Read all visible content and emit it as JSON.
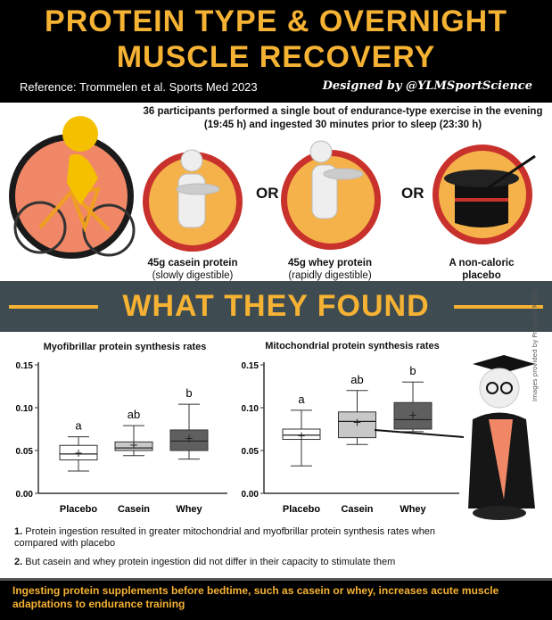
{
  "header": {
    "title_line1": "PROTEIN TYPE & OVERNIGHT",
    "title_line2": "MUSCLE RECOVERY",
    "reference": "Reference: Trommelen et al. Sports Med 2023",
    "designed_by": "Designed by @YLMSportScience"
  },
  "intro": {
    "text": "36 participants performed a single bout of endurance-type exercise in the evening (19:45 h) and ingested 30 minutes prior to sleep (23:30 h)",
    "or": "OR"
  },
  "conditions": [
    {
      "title": "45g casein protein",
      "sub": "(slowly digestible)"
    },
    {
      "title": "45g whey protein",
      "sub": "(rapidly digestible)"
    },
    {
      "title": "A non-caloric",
      "sub": "placebo"
    }
  ],
  "band": {
    "title": "WHAT THEY FOUND"
  },
  "chart_data": [
    {
      "type": "box",
      "title": "Myofibrillar protein synthesis rates",
      "categories": [
        "Placebo",
        "Casein",
        "Whey"
      ],
      "ylim": [
        0,
        0.15
      ],
      "yticks": [
        "0.00",
        "0.05",
        "0.10",
        "0.15"
      ],
      "series": [
        {
          "name": "Placebo",
          "min": 0.026,
          "q1": 0.039,
          "median": 0.046,
          "q3": 0.056,
          "max": 0.066,
          "mean": 0.047,
          "letter": "a",
          "color": "#ffffff"
        },
        {
          "name": "Casein",
          "min": 0.044,
          "q1": 0.05,
          "median": 0.053,
          "q3": 0.06,
          "max": 0.079,
          "mean": 0.056,
          "letter": "ab",
          "color": "#c8c8c8"
        },
        {
          "name": "Whey",
          "min": 0.04,
          "q1": 0.05,
          "median": 0.061,
          "q3": 0.074,
          "max": 0.104,
          "mean": 0.064,
          "letter": "b",
          "color": "#5f5f5f"
        }
      ]
    },
    {
      "type": "box",
      "title": "Mitochondrial protein synthesis rates",
      "categories": [
        "Placebo",
        "Casein",
        "Whey"
      ],
      "ylim": [
        0,
        0.15
      ],
      "yticks": [
        "0.00",
        "0.05",
        "0.10",
        "0.15"
      ],
      "series": [
        {
          "name": "Placebo",
          "min": 0.032,
          "q1": 0.063,
          "median": 0.068,
          "q3": 0.075,
          "max": 0.097,
          "mean": 0.067,
          "letter": "a",
          "color": "#ffffff"
        },
        {
          "name": "Casein",
          "min": 0.057,
          "q1": 0.065,
          "median": 0.084,
          "q3": 0.095,
          "max": 0.12,
          "mean": 0.083,
          "letter": "ab",
          "color": "#c8c8c8"
        },
        {
          "name": "Whey",
          "min": 0.072,
          "q1": 0.075,
          "median": 0.086,
          "q3": 0.106,
          "max": 0.13,
          "mean": 0.091,
          "letter": "b",
          "color": "#5f5f5f"
        }
      ]
    }
  ],
  "findings": [
    {
      "num": "1.",
      "text": "Protein ingestion resulted in greater mitochondrial and myofbrillar protein synthesis rates when compared with placebo"
    },
    {
      "num": "2.",
      "text": "But casein and whey protein ingestion did not differ in their capacity to stimulate them"
    }
  ],
  "credit": "Images provided by PresenterMedia",
  "conclusion": "Ingesting protein supplements before bedtime, such as casein or whey, increases acute muscle adaptations to endurance training",
  "colors": {
    "accent": "#f6b233",
    "band": "#3e4c51",
    "ring": "#c8312c"
  }
}
